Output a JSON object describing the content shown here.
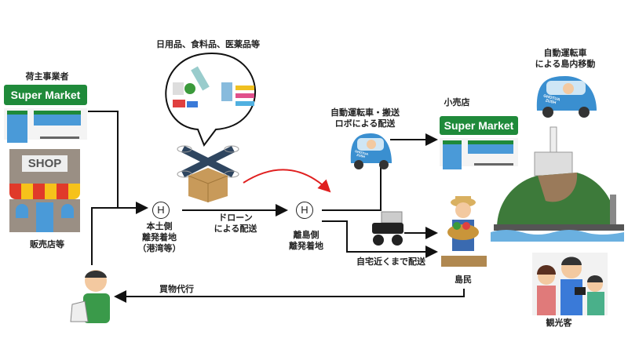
{
  "labels": {
    "shipper": "荷主事業者",
    "retailer_mainland": "販売店等",
    "goods": "日用品、食料品、医薬品等",
    "mainland_port": [
      "本土側",
      "離発着地",
      "（港湾等）"
    ],
    "drone_delivery": [
      "ドローン",
      "による配送"
    ],
    "island_port": [
      "離島側",
      "離発着地"
    ],
    "auto_robot_delivery": [
      "自動運転車・搬送",
      "ロボによる配送"
    ],
    "small_shop": "小売店",
    "home_delivery": "自宅近くまで配送",
    "islander": "島民",
    "shopping_proxy": "買物代行",
    "island_mobility": [
      "自動運転車",
      "による島内移動"
    ],
    "tourists": "観光客"
  },
  "signs": {
    "supermarket": "Super Market",
    "shop": "SHOP",
    "helipad": "H",
    "car_text": "GHOTUA ZUSH"
  },
  "colors": {
    "supermarket_green": "#1f8a3a",
    "car_blue": "#3a8fd0",
    "drone_arrow": "#e02020"
  }
}
